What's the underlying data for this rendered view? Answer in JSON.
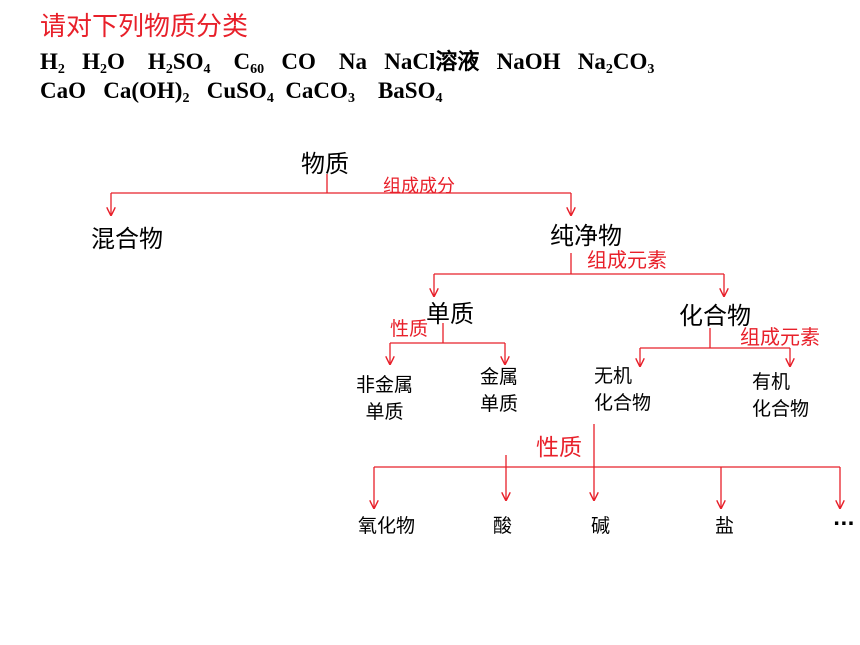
{
  "title": "请对下列物质分类",
  "formulas": {
    "line1": [
      {
        "base": "H",
        "sub": "2"
      },
      {
        "base": "H",
        "sub": "2",
        "tail": "O"
      },
      {
        "base": "H",
        "sub": "2",
        "tail": "SO",
        "sub2": "4"
      },
      {
        "base": "C",
        "sub": "60"
      },
      {
        "base": "CO"
      },
      {
        "base": "Na"
      },
      {
        "base": "NaCl",
        "tail": "溶液"
      },
      {
        "base": "NaOH"
      },
      {
        "base": "Na",
        "sub": "2",
        "tail": "CO",
        "sub2": "3"
      }
    ],
    "line2": [
      {
        "base": "CaO"
      },
      {
        "base": "Ca(OH)",
        "sub": "2"
      },
      {
        "base": "CuSO",
        "sub": "4"
      },
      {
        "base": "CaCO",
        "sub": "3"
      },
      {
        "base": "BaSO",
        "sub": "4"
      }
    ]
  },
  "tree": {
    "root": "物质",
    "root_criterion": "组成成分",
    "mixture": "混合物",
    "pure": "纯净物",
    "pure_criterion": "组成元素",
    "element": "单质",
    "element_criterion": "性质",
    "compound": "化合物",
    "compound_criterion": "组成元素",
    "nonmetal_line1": "非金属",
    "nonmetal_line2": "单质",
    "metal_line1": "金属",
    "metal_line2": "单质",
    "inorganic_line1": "无机",
    "inorganic_line2": "化合物",
    "organic_line1": "有机",
    "organic_line2": "化合物",
    "inorganic_criterion": "性质",
    "oxide": "氧化物",
    "acid": "酸",
    "base": "碱",
    "salt": "盐",
    "more": "..."
  },
  "colors": {
    "accent": "#e8202a",
    "text": "#000000"
  }
}
